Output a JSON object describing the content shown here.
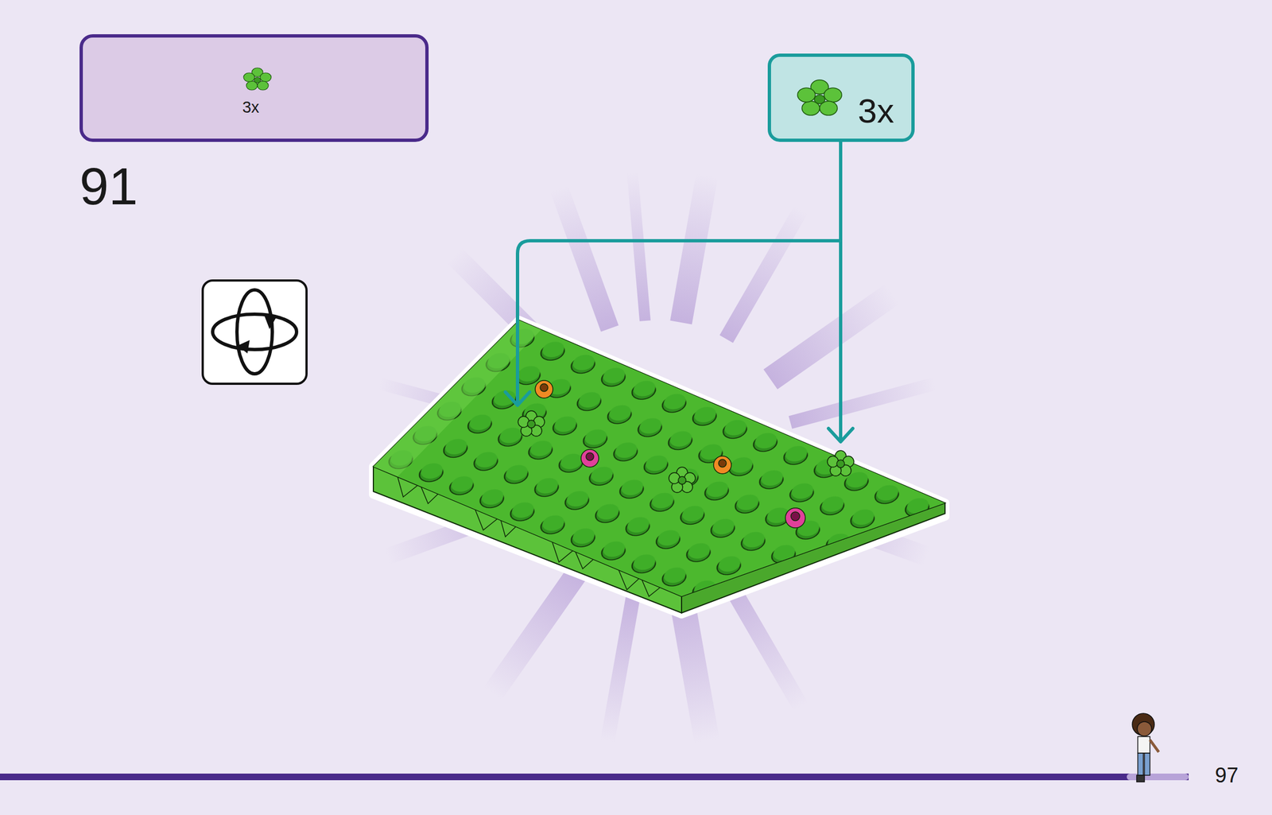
{
  "diagram": {
    "nodes": [
      {
        "text": [
          "3x"
        ]
      },
      {
        "text": [
          "3x"
        ]
      }
    ],
    "labels": [
      "91",
      "97"
    ]
  }
}
